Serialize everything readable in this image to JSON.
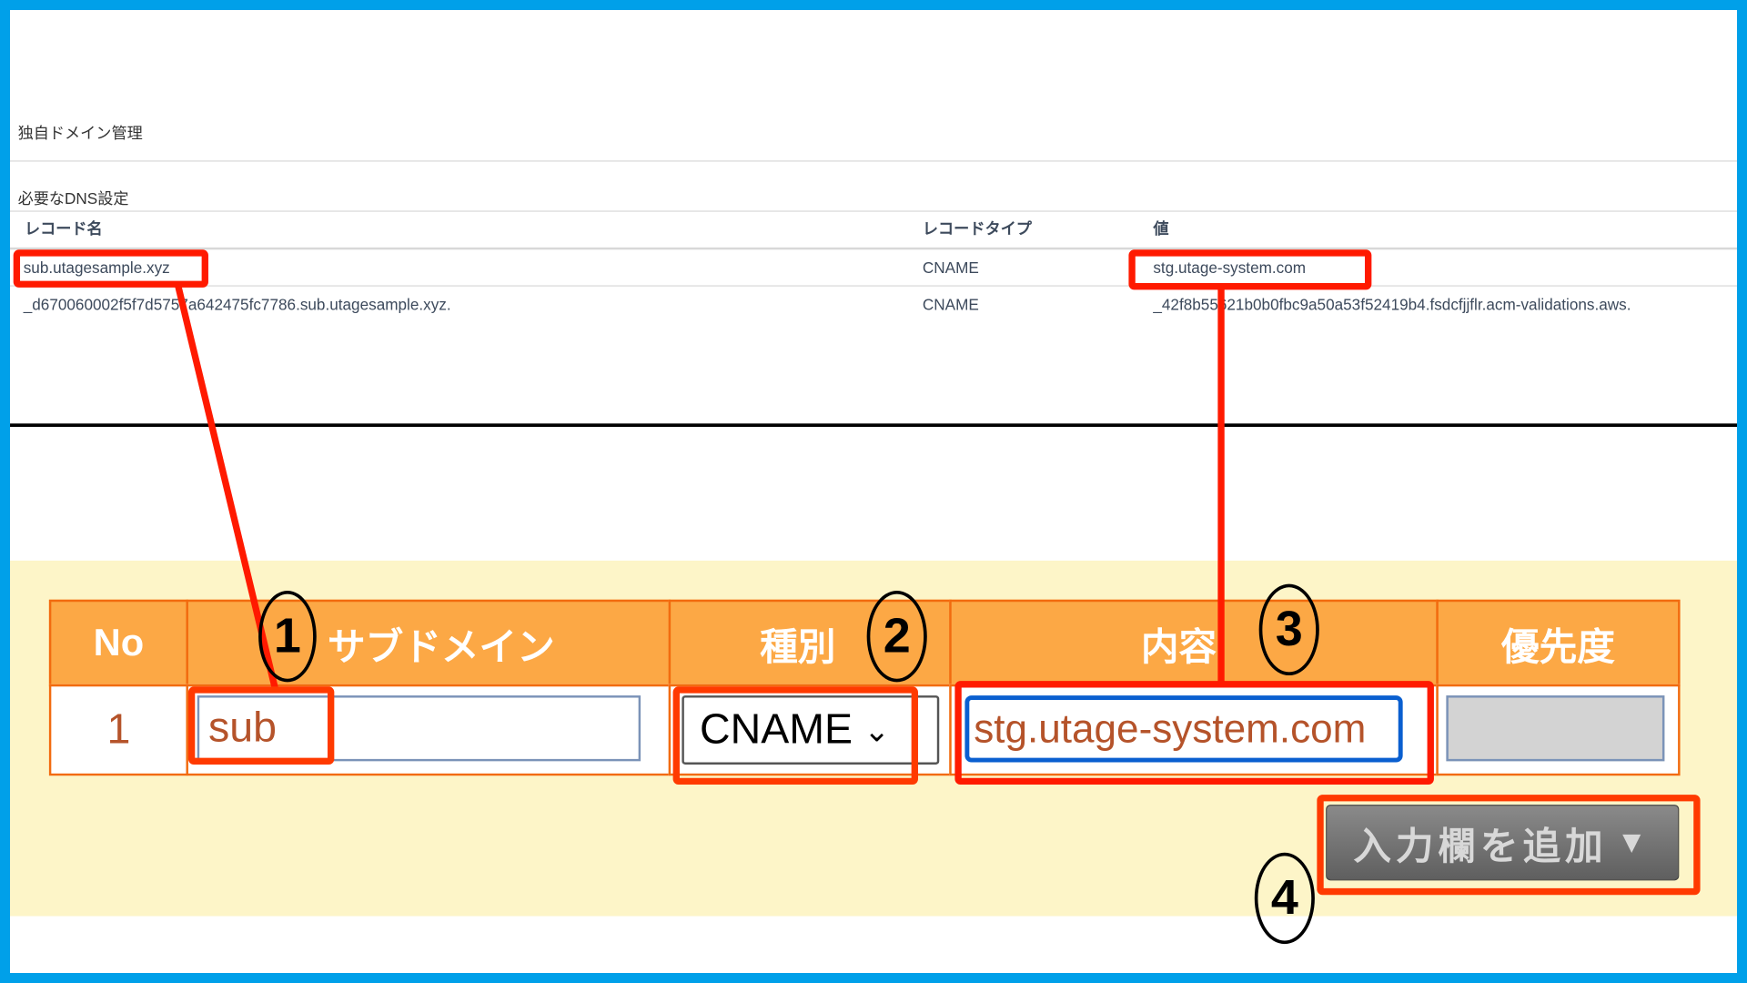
{
  "page": {
    "title": "独自ドメイン管理",
    "section_label": "必要なDNS設定"
  },
  "dns_table": {
    "headers": [
      "レコード名",
      "レコードタイプ",
      "値"
    ],
    "rows": [
      {
        "name": "sub.utagesample.xyz",
        "type": "CNAME",
        "value": "stg.utage-system.com"
      },
      {
        "name": "_d670060002f5f7d5757a642475fc7786.sub.utagesample.xyz.",
        "type": "CNAME",
        "value": "_42f8b55621b0b0fbc9a50a53f52419b4.fsdcfjjflr.acm-validations.aws."
      }
    ]
  },
  "record_form": {
    "headers": [
      "No",
      "サブドメイン",
      "種別",
      "内容",
      "優先度"
    ],
    "row": {
      "no": "1",
      "subdomain": "sub",
      "type": "CNAME",
      "content": "stg.utage-system.com",
      "priority": ""
    },
    "add_button_label": "入力欄を追加",
    "add_button_arrow": "▼"
  },
  "annotations": {
    "markers": [
      "1",
      "2",
      "3",
      "4"
    ]
  },
  "colors": {
    "frame": "#00a0e9",
    "header_orange": "#fca845",
    "annotation_red": "#ff1a00",
    "cream": "#fdf5c8"
  }
}
